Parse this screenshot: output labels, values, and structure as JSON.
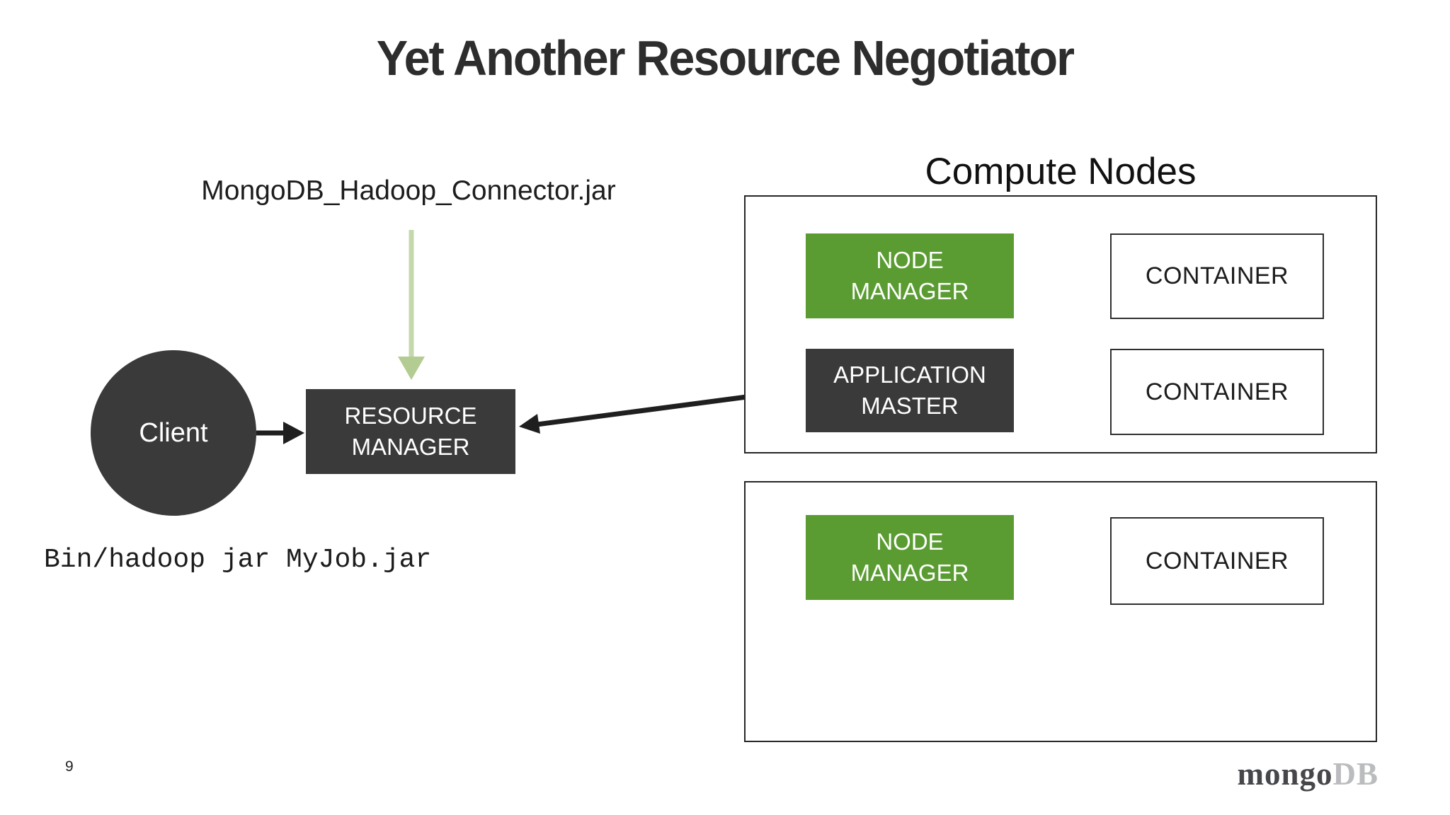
{
  "slide": {
    "title": "Yet Another Resource Negotiator",
    "page_number": "9",
    "logo": {
      "prefix": "mongo",
      "suffix": "DB"
    }
  },
  "diagram": {
    "connector_label": "MongoDB_Hadoop_Connector.jar",
    "client": {
      "label": "Client"
    },
    "resource_manager": {
      "lines": [
        "RESOURCE",
        "MANAGER"
      ]
    },
    "command_text": "Bin/hadoop jar MyJob.jar",
    "compute_nodes_heading": "Compute Nodes",
    "compute_node_1": {
      "node_manager": {
        "lines": [
          "NODE",
          "MANAGER"
        ]
      },
      "application_master": {
        "lines": [
          "APPLICATION",
          "MASTER"
        ]
      },
      "containers": [
        "CONTAINER",
        "CONTAINER"
      ]
    },
    "compute_node_2": {
      "node_manager": {
        "lines": [
          "NODE",
          "MANAGER"
        ]
      },
      "containers": [
        "CONTAINER"
      ]
    }
  },
  "colors": {
    "dark_box": "#3a3a3a",
    "green_box": "#5a9c32",
    "arrow_black": "#1f1f1f",
    "arrow_green_shaft": "#c5d8ac",
    "arrow_green_head": "#b3cc92",
    "panel_border": "#262626",
    "background": "#ffffff",
    "logo_mongo": "#45474a",
    "logo_db": "#bbbcbe"
  }
}
